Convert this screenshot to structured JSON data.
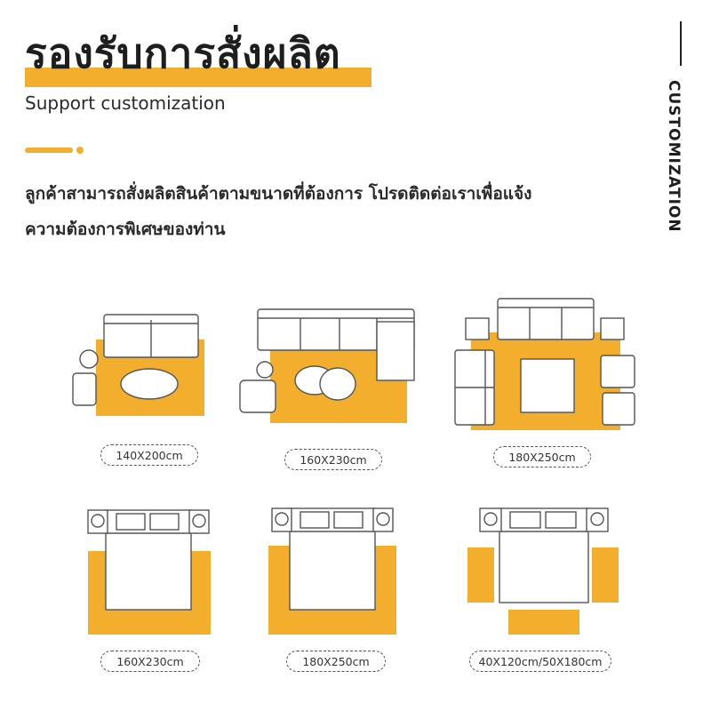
{
  "header": {
    "title": "รองรับการสั่งผลิต",
    "subtitle": "Support customization",
    "description_line1": "ลูกค้าสามารถสั่งผลิตสินค้าตามขนาดที่ต้องการ โปรดติดต่อเราเพื่อแจ้ง",
    "description_line2": "ความต้องการพิเศษของท่าน",
    "side_label": "CUSTOMIZATION"
  },
  "colors": {
    "accent": "#f2ae2c",
    "text": "#222222",
    "outline": "#555555"
  },
  "layouts": [
    {
      "name": "living-room-small",
      "size_label": "140X200cm"
    },
    {
      "name": "living-room-medium",
      "size_label": "160X230cm"
    },
    {
      "name": "living-room-large",
      "size_label": "180X250cm"
    },
    {
      "name": "bedroom-medium",
      "size_label": "160X230cm"
    },
    {
      "name": "bedroom-large",
      "size_label": "180X250cm"
    },
    {
      "name": "bedroom-runners",
      "size_label": "40X120cm/50X180cm"
    }
  ]
}
